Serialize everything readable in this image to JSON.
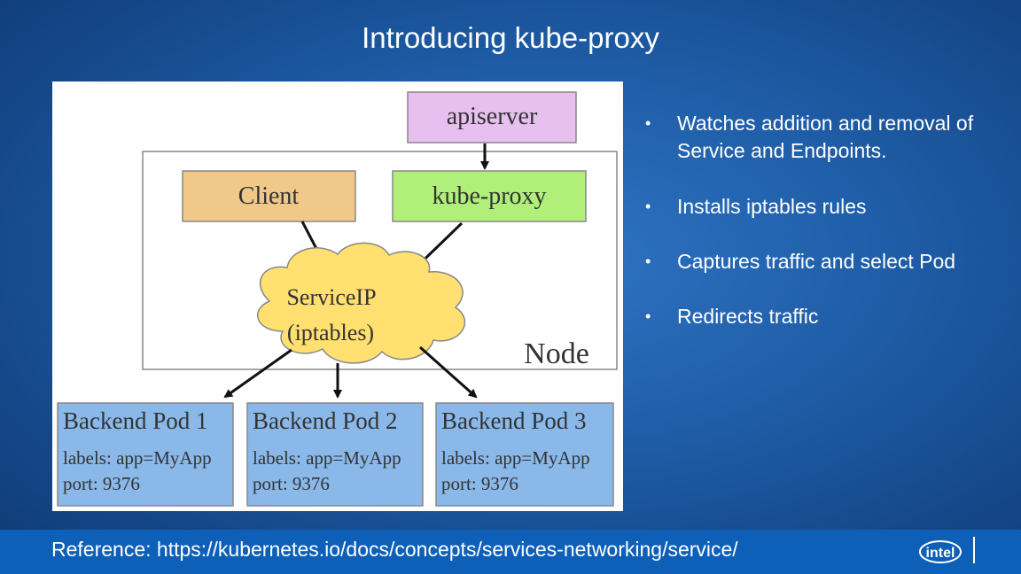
{
  "slide": {
    "title": "Introducing kube-proxy"
  },
  "diagram": {
    "apiserver_label": "apiserver",
    "client_label": "Client",
    "kubeproxy_label": "kube-proxy",
    "service_line1": "ServiceIP",
    "service_line2": "(iptables)",
    "node_label": "Node",
    "pods": [
      {
        "name": "Backend Pod 1",
        "labels": "labels: app=MyApp",
        "port": "port: 9376"
      },
      {
        "name": "Backend Pod 2",
        "labels": "labels: app=MyApp",
        "port": "port: 9376"
      },
      {
        "name": "Backend Pod 3",
        "labels": "labels: app=MyApp",
        "port": "port: 9376"
      }
    ],
    "colors": {
      "apiserver": "#e8c0f0",
      "client": "#f0c88a",
      "kubeproxy": "#b0f07a",
      "cloud": "#ffe070",
      "pod": "#8ab8e8"
    }
  },
  "bullets": [
    "Watches addition and removal of Service and Endpoints.",
    "Installs iptables rules",
    "Captures traffic and select Pod",
    "Redirects traffic"
  ],
  "footer": {
    "reference": "Reference:  https://kubernetes.io/docs/concepts/services-networking/service/",
    "logo_text": "intel"
  }
}
